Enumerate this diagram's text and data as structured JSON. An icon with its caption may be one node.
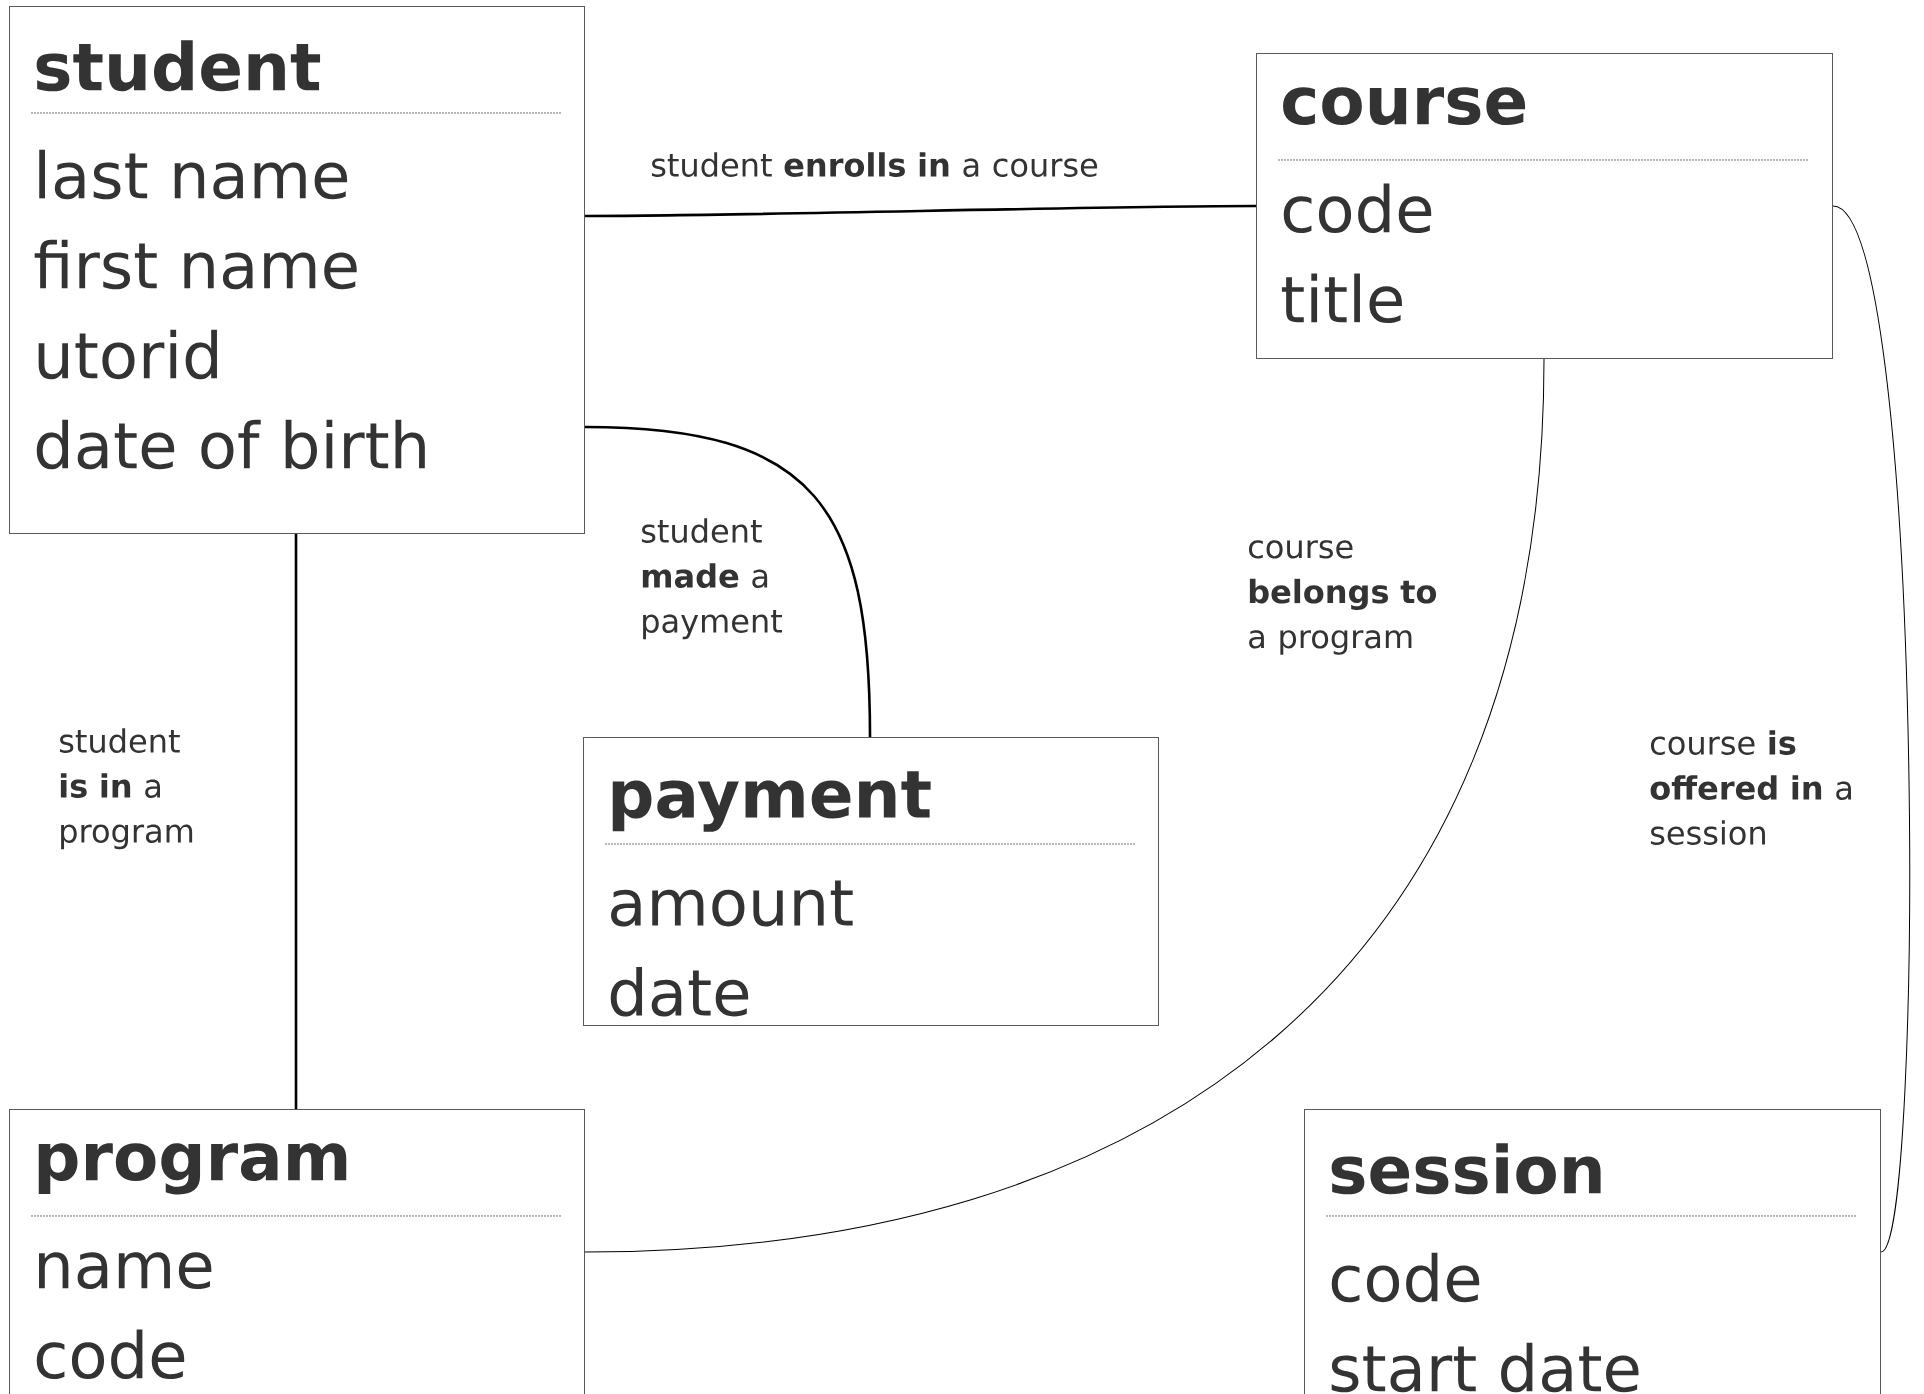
{
  "diagram": {
    "nodes": [
      {
        "text": [
          "student",
          "last name",
          "first name",
          "utorid",
          "date of birth"
        ]
      },
      {
        "text": [
          "course",
          "code",
          "title"
        ]
      },
      {
        "text": [
          "payment",
          "amount",
          "date"
        ]
      },
      {
        "text": [
          "program",
          "name",
          "code"
        ]
      },
      {
        "text": [
          "session",
          "code",
          "start date"
        ]
      }
    ],
    "edges": [
      {
        "from": 0,
        "to": 1,
        "arrow": "none",
        "label": "student **enrolls in** a course"
      },
      {
        "from": 0,
        "to": 2,
        "arrow": "none",
        "label": "student **made** a payment"
      },
      {
        "from": 0,
        "to": 3,
        "arrow": "none",
        "label": "student **is in** a program"
      },
      {
        "from": 1,
        "to": 3,
        "arrow": "none",
        "label": "course **belongs to** a program"
      },
      {
        "from": 1,
        "to": 4,
        "arrow": "none",
        "label": "course **is offered in** a session"
      }
    ]
  }
}
